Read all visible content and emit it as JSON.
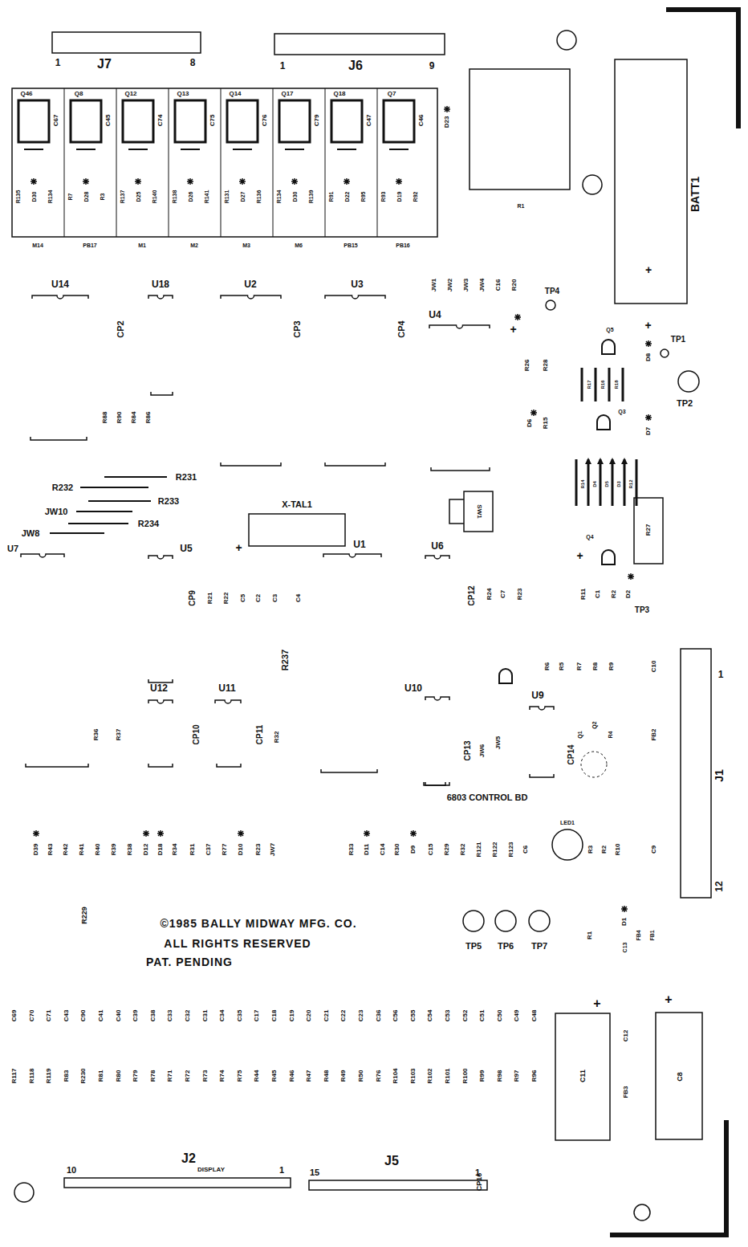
{
  "diagram": {
    "nodes": [
      {
        "text": [
          "1",
          "J7",
          "8"
        ]
      },
      {
        "text": [
          "1",
          "J6",
          "9"
        ]
      },
      {
        "text": [
          "R1"
        ]
      },
      {
        "text": [
          "BATT1",
          "+"
        ]
      },
      {
        "text": [
          "X-TAL1"
        ]
      },
      {
        "text": [
          "1",
          "J1",
          "12"
        ]
      },
      {
        "text": [
          "LED1"
        ]
      },
      {
        "text": [
          "C11",
          "+"
        ]
      },
      {
        "text": [
          "C8",
          "+"
        ]
      },
      {
        "text": [
          "J2",
          "10",
          "DISPLAY",
          "1"
        ]
      },
      {
        "text": [
          "15",
          "J5",
          "1"
        ]
      }
    ],
    "labels": [
      "Q46",
      "Q8",
      "Q12",
      "Q13",
      "Q14",
      "Q17",
      "Q18",
      "Q7",
      "C67",
      "C45",
      "C74",
      "C75",
      "C76",
      "C79",
      "C47",
      "C46",
      "R135",
      "R7",
      "R137",
      "R138",
      "R131",
      "R134",
      "R91",
      "R93",
      "D30",
      "D28",
      "D25",
      "D26",
      "D27",
      "D30",
      "D22",
      "D19",
      "R134",
      "R3",
      "R140",
      "R141",
      "R136",
      "R139",
      "R95",
      "R92",
      "M14",
      "PB17",
      "M1",
      "M2",
      "M3",
      "M6",
      "PB15",
      "PB16",
      "D23",
      "JW1",
      "JW2",
      "JW3",
      "JW4",
      "C16",
      "R20",
      "TP4",
      "U14",
      "U18",
      "U2",
      "U3",
      "U4",
      "CP2",
      "CP3",
      "CP4",
      "+",
      "R26",
      "R28",
      "D6",
      "R15",
      "D8",
      "TP1",
      "TP2",
      "D7",
      "+",
      "Q5",
      "R17",
      "R16",
      "R18",
      "Q3",
      "R14",
      "D4",
      "D5",
      "D3",
      "R12",
      "Q4",
      "+",
      "R27",
      "SW1",
      "R11",
      "C1",
      "R2",
      "D2",
      "TP3",
      "R88",
      "R90",
      "R84",
      "R86",
      "R231",
      "R232",
      "R233",
      "JW10",
      "R234",
      "JW8",
      "U7",
      "U5",
      "U1",
      "U6",
      "+",
      "CP9",
      "R21",
      "R22",
      "C5",
      "C2",
      "C3",
      "C4",
      "CP12",
      "R24",
      "C7",
      "R23",
      "R237",
      "U12",
      "U11",
      "U10",
      "U9",
      "R6",
      "R5",
      "R7",
      "R8",
      "R9",
      "C10",
      "FB2",
      "Q2",
      "Q1",
      "R4",
      "R36",
      "R37",
      "CP10",
      "CP11",
      "R32",
      "CP13",
      "JW6",
      "JW5",
      "CP14",
      "6803 CONTROL BD",
      "D39",
      "R43",
      "R42",
      "R41",
      "R40",
      "R39",
      "R38",
      "D12",
      "D18",
      "R34",
      "R31",
      "C37",
      "R77",
      "D10",
      "R23",
      "JW7",
      "R33",
      "D11",
      "C14",
      "R30",
      "D9",
      "C15",
      "R29",
      "R32",
      "R121",
      "R122",
      "R123",
      "C6",
      "R3",
      "R2",
      "R10",
      "C9",
      "R229",
      "©1985 BALLY MIDWAY MFG. CO.",
      "ALL RIGHTS RESERVED",
      "PAT. PENDING",
      "TP5",
      "TP6",
      "TP7",
      "R1",
      "D1",
      "C13",
      "FB4",
      "FB1",
      "C69",
      "C70",
      "C71",
      "C43",
      "C90",
      "C41",
      "C40",
      "C39",
      "C38",
      "C33",
      "C32",
      "C31",
      "C34",
      "C35",
      "C17",
      "C18",
      "C19",
      "C20",
      "C21",
      "C22",
      "C23",
      "C36",
      "C56",
      "C55",
      "C54",
      "C53",
      "C52",
      "C51",
      "C50",
      "C49",
      "C48",
      "R117",
      "R118",
      "R119",
      "R83",
      "R230",
      "R81",
      "R80",
      "R79",
      "R78",
      "R71",
      "R72",
      "R73",
      "R74",
      "R75",
      "R44",
      "R45",
      "R46",
      "R47",
      "R48",
      "R49",
      "R50",
      "R76",
      "R104",
      "R103",
      "R102",
      "R101",
      "R100",
      "R99",
      "R98",
      "R97",
      "R96",
      "C12",
      "FB3",
      "CP16"
    ]
  }
}
